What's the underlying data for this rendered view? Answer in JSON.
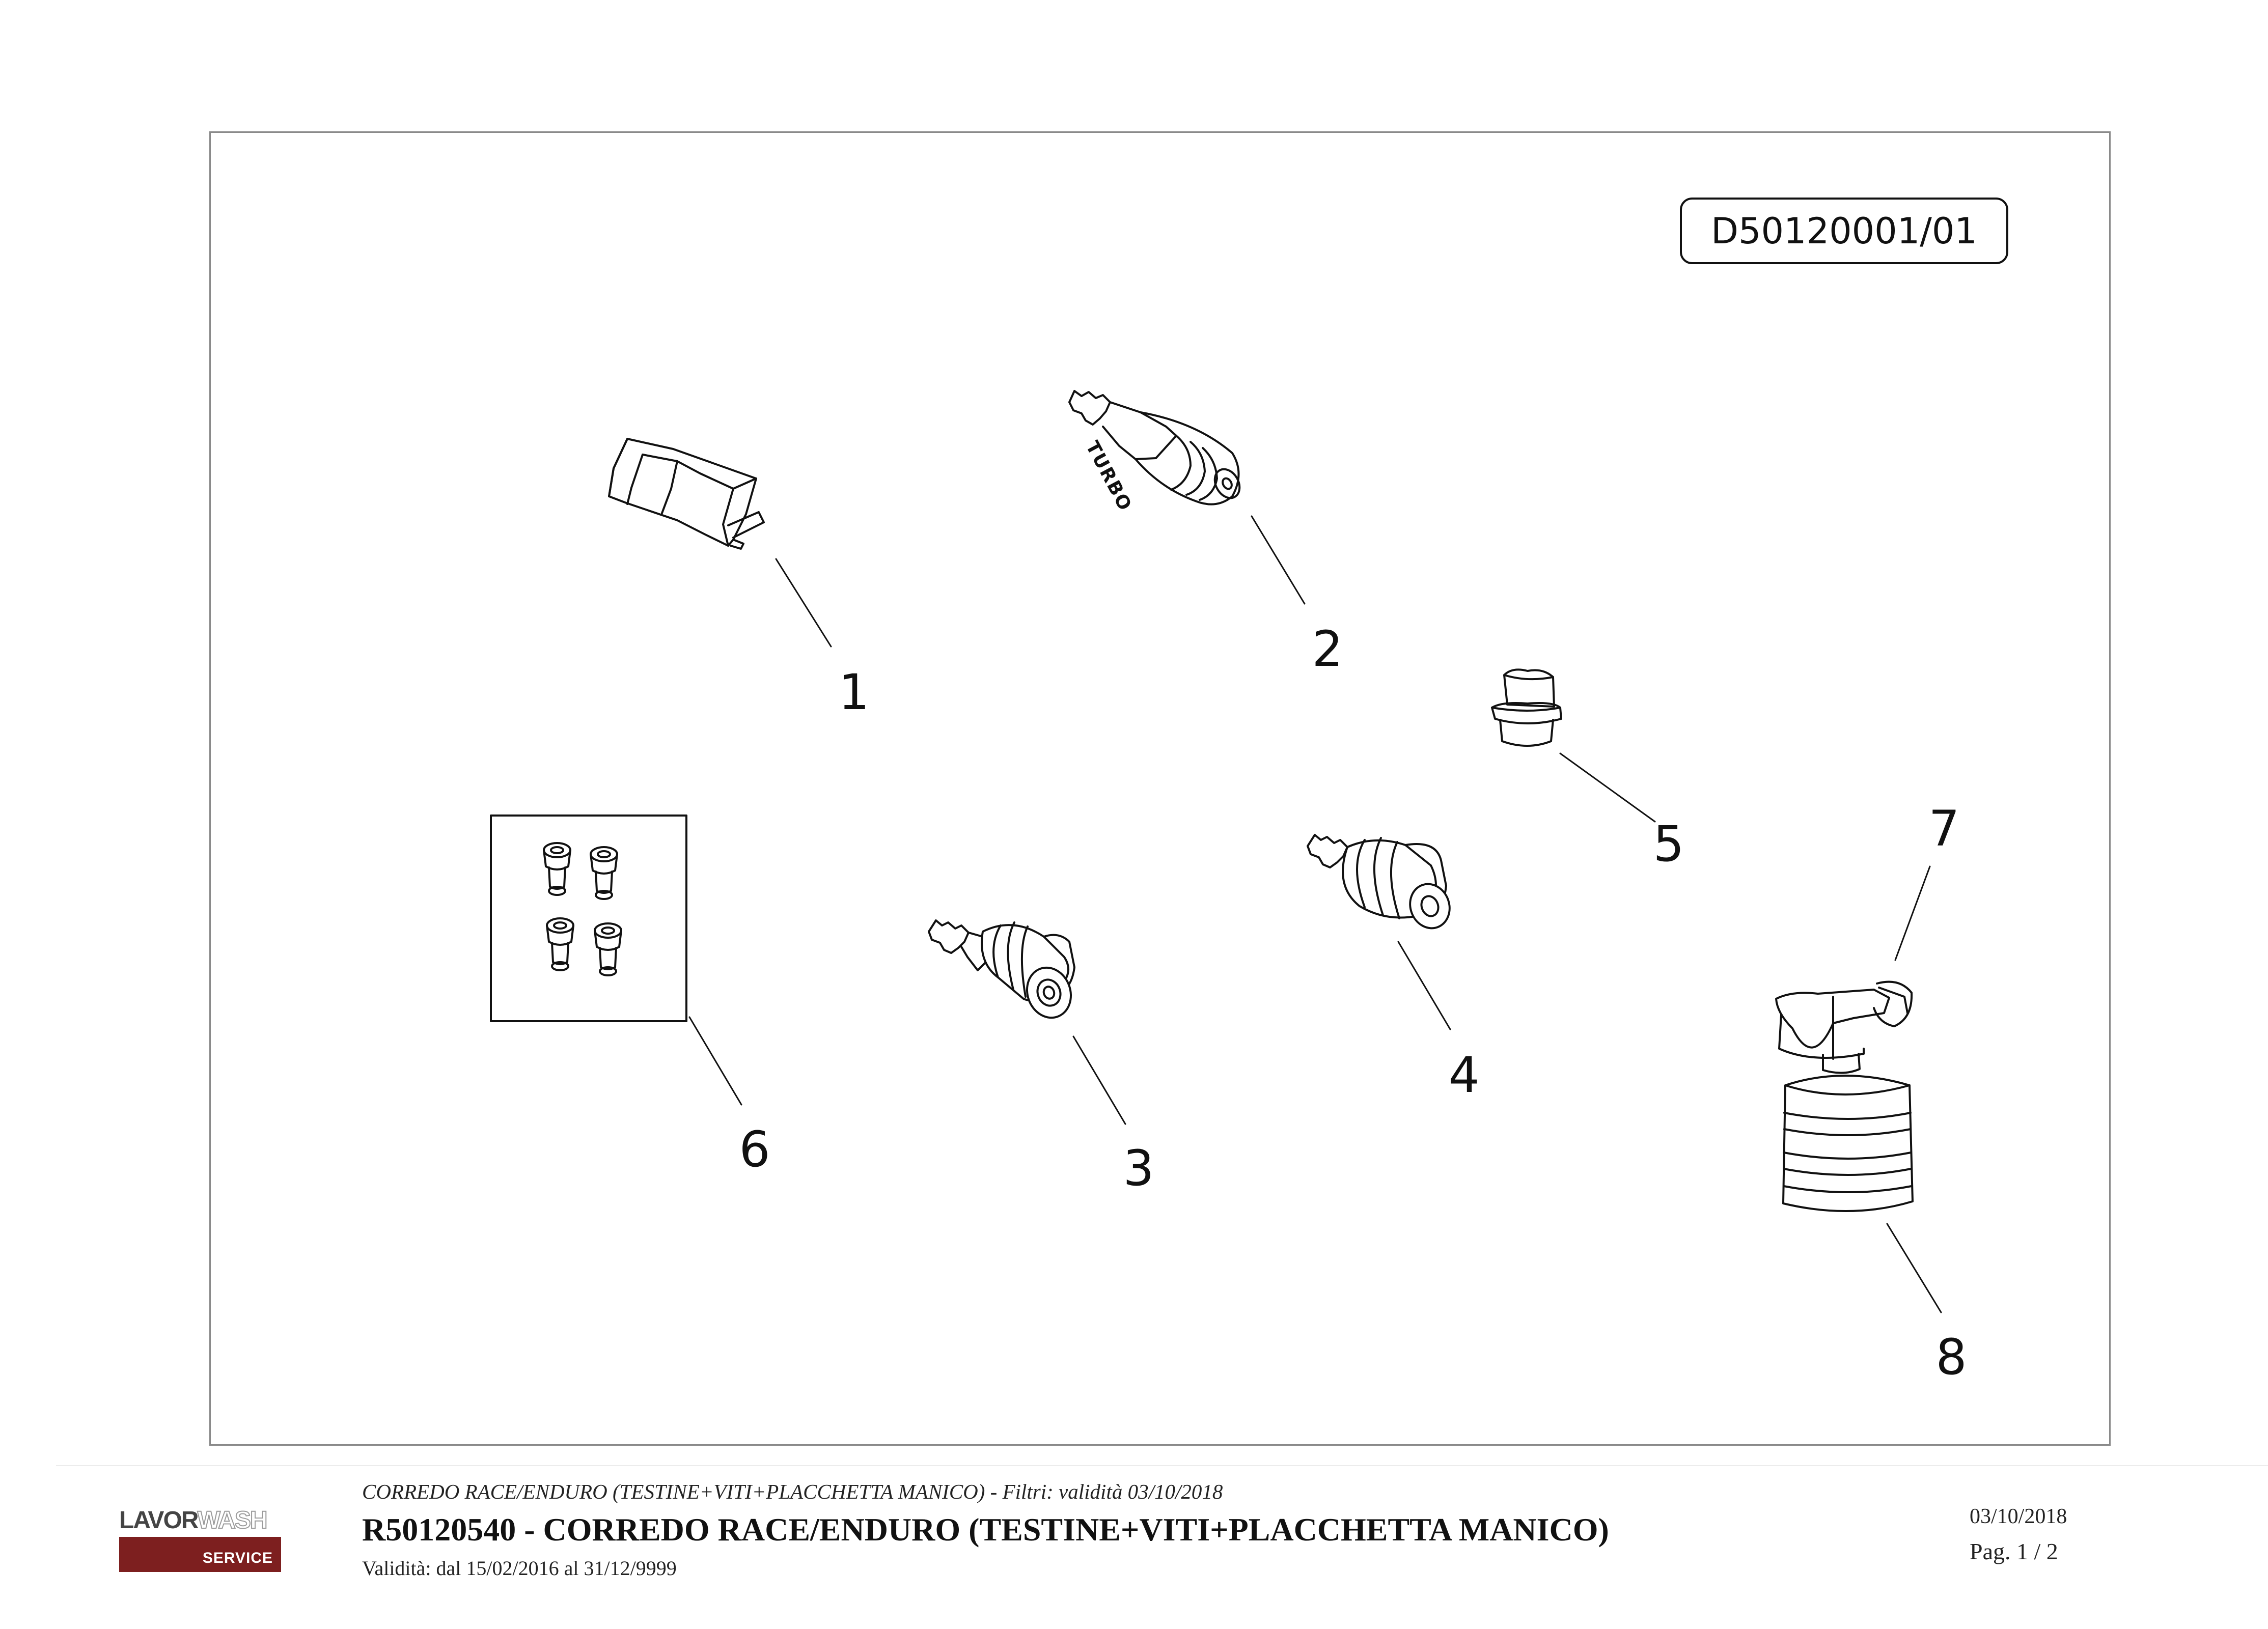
{
  "drawing": {
    "code": "D50120001/01",
    "callouts": [
      {
        "label": "1",
        "item": "placchetta-manico"
      },
      {
        "label": "2",
        "item": "turbo-nozzle"
      },
      {
        "label": "3",
        "item": "nozzle-head"
      },
      {
        "label": "4",
        "item": "adjustable-nozzle"
      },
      {
        "label": "5",
        "item": "plug"
      },
      {
        "label": "6",
        "item": "screw-set"
      },
      {
        "label": "7",
        "item": "bottle-cap"
      },
      {
        "label": "8",
        "item": "detergent-bottle"
      }
    ],
    "turbo_text": "TURBO"
  },
  "footer": {
    "logo": {
      "brand": "LAVOR",
      "brand_light": "WASH",
      "service": "SERVICE"
    },
    "subtitle": "CORREDO RACE/ENDURO (TESTINE+VITI+PLACCHETTA MANICO) - Filtri: validità 03/10/2018",
    "title": "R50120540 - CORREDO RACE/ENDURO (TESTINE+VITI+PLACCHETTA MANICO)",
    "validity": "Validità: dal 15/02/2016 al 31/12/9999",
    "date": "03/10/2018",
    "page": "Pag. 1 / 2"
  },
  "colors": {
    "logo_bar": "#7d1f1f",
    "line": "#111111",
    "frame": "#8a8a8a"
  }
}
